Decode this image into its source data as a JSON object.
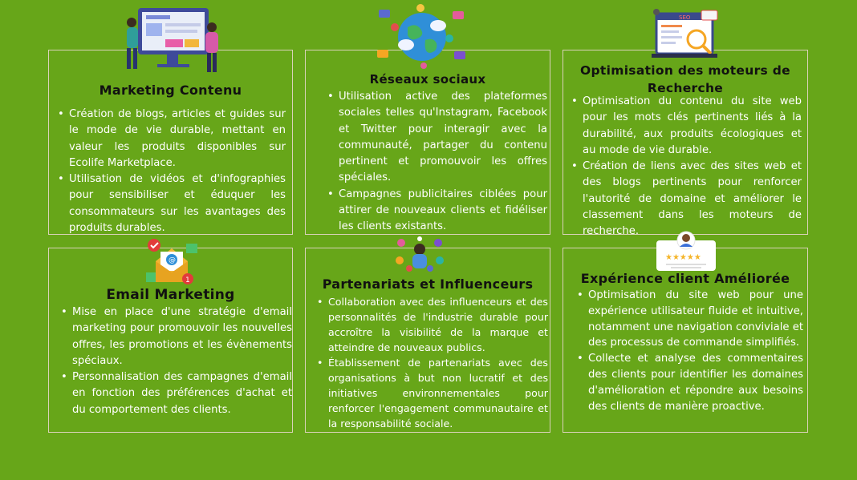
{
  "cards": [
    {
      "title": "Marketing Contenu",
      "icon": "content-marketing-illustration-icon",
      "items": [
        "Création de blogs, articles et guides sur le mode de vie durable, mettant en valeur les produits disponibles sur Ecolife Marketplace.",
        "Utilisation de vidéos et d'infographies pour sensibiliser et éduquer les consommateurs sur les avantages des produits durables."
      ]
    },
    {
      "title": "Réseaux sociaux",
      "icon": "social-network-globe-icon",
      "items": [
        "Utilisation active des plateformes sociales telles qu'Instagram, Facebook et Twitter pour interagir avec la communauté, partager du contenu pertinent et promouvoir les offres spéciales.",
        "Campagnes publicitaires ciblées pour attirer de nouveaux clients et fidéliser les clients existants."
      ]
    },
    {
      "title": "Optimisation des moteurs de Recherche",
      "icon": "seo-magnifier-icon",
      "items": [
        "Optimisation du contenu du site web pour les mots clés pertinents liés à la durabilité, aux produits écologiques et au mode de vie durable.",
        "Création de liens avec des sites web et des blogs pertinents pour renforcer l'autorité de domaine et améliorer le classement dans les moteurs de recherche."
      ]
    },
    {
      "title": "Email Marketing",
      "icon": "email-envelope-icon",
      "items": [
        "Mise en place d'une stratégie d'email marketing pour promouvoir les nouvelles offres, les promotions et les évènements spéciaux.",
        "Personnalisation des campagnes d'email en fonction des préférences d'achat et du comportement des clients."
      ]
    },
    {
      "title": "Partenariats et Influenceurs",
      "icon": "influencer-network-icon",
      "items": [
        "Collaboration avec des influenceurs et des personnalités de l'industrie durable pour accroître la visibilité de la marque et atteindre de nouveaux publics.",
        "Établissement de partenariats avec des organisations à but non lucratif et des initiatives environnementales pour renforcer l'engagement communautaire et la responsabilité sociale."
      ]
    },
    {
      "title": "Expérience client Améliorée",
      "icon": "customer-review-stars-icon",
      "items": [
        "Optimisation du site web pour une expérience utilisateur fluide et intuitive, notamment une navigation conviviale et des processus de commande simplifiés.",
        "Collecte et analyse des commentaires des clients pour identifier les domaines d'amélioration et répondre aux besoins des clients de manière proactive."
      ]
    }
  ],
  "colors": {
    "background": "#67a619",
    "card_border": "#d9d2b8",
    "title_text": "#111111",
    "body_text": "#ffffff"
  }
}
